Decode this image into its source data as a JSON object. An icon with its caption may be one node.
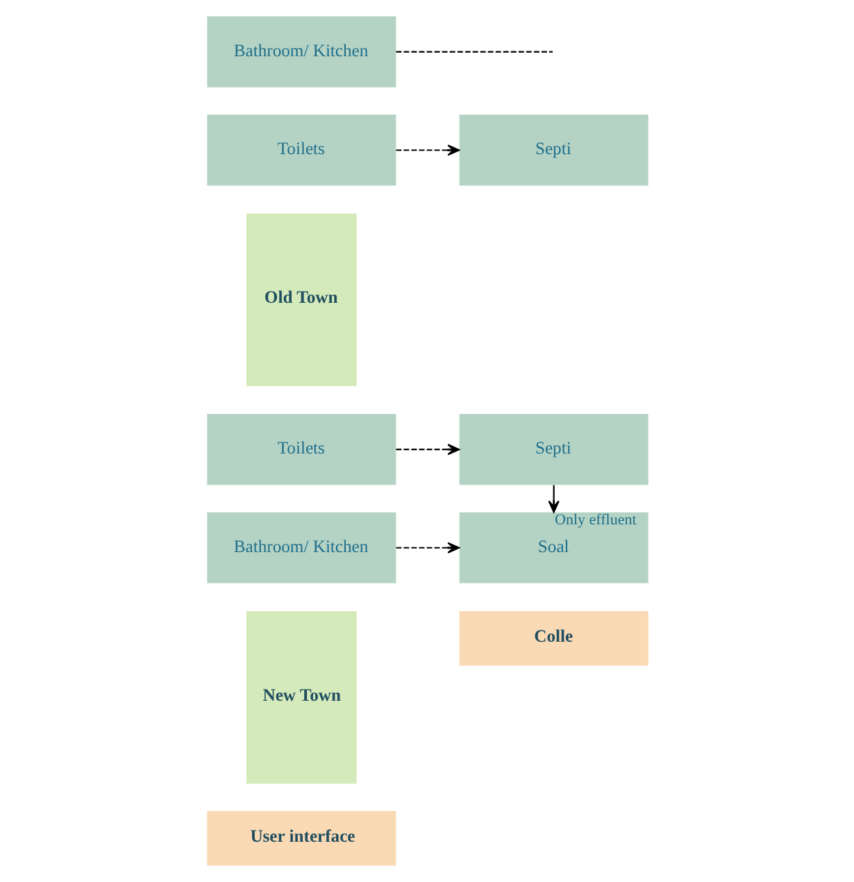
{
  "diagram": {
    "nodes": [
      {
        "text": [
          "User interface"
        ]
      },
      {
        "text": [
          "Colle"
        ]
      },
      {
        "text": [
          "New Town"
        ]
      },
      {
        "text": [
          "Toilets"
        ]
      },
      {
        "text": [
          "Septi"
        ]
      },
      {
        "text": [
          "Bathroom/ Kitchen"
        ]
      },
      {
        "text": [
          "Soal"
        ]
      },
      {
        "text": [
          "Old Town"
        ]
      },
      {
        "text": [
          "Toilets"
        ]
      },
      {
        "text": [
          "Septi"
        ]
      },
      {
        "text": [
          "Bathroom/ Kitchen"
        ]
      }
    ],
    "edges": [
      {
        "from": 3,
        "to": 4,
        "arrow": "to",
        "style": "dashed"
      },
      {
        "from": 4,
        "to": 6,
        "arrow": "to",
        "label": "Only effluent"
      },
      {
        "from": 5,
        "to": 6,
        "arrow": "to",
        "style": "dashed"
      },
      {
        "from": 8,
        "to": 9,
        "arrow": "to",
        "style": "dashed"
      },
      {
        "from": 10,
        "to": null,
        "arrow": "none",
        "style": "dashed"
      }
    ]
  }
}
